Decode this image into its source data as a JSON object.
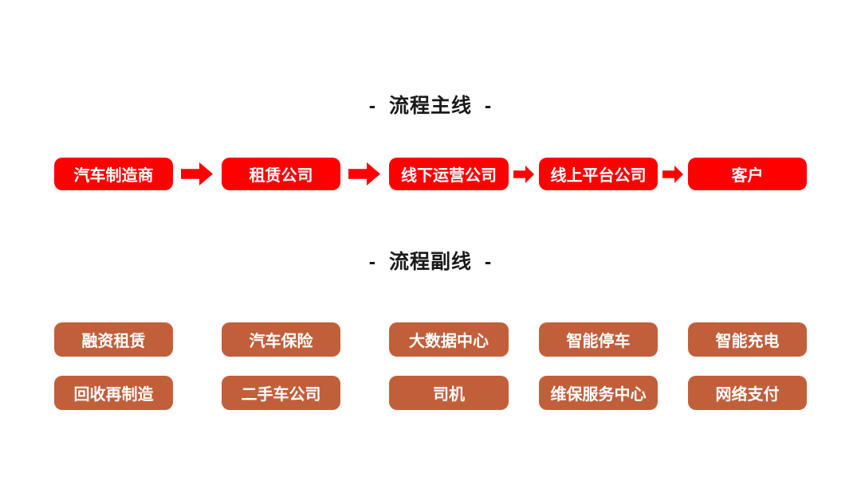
{
  "canvas": {
    "background": "#FFFFFF"
  },
  "colors": {
    "main_node": "#FE0000",
    "arrow": "#FE0000",
    "secondary_node": "#C25F3B",
    "node_text": "#FFFFFF",
    "title_text": "#1A1A1A"
  },
  "main_flow": {
    "title": "-  流程主线  -",
    "nodes": [
      "汽车制造商",
      "租赁公司",
      "线下运营公司",
      "线上平台公司",
      "客户"
    ]
  },
  "secondary_flow": {
    "title": "-  流程副线  -",
    "rows": [
      [
        "融资租赁",
        "汽车保险",
        "大数据中心",
        "智能停车",
        "智能充电"
      ],
      [
        "回收再制造",
        "二手车公司",
        "司机",
        "维保服务中心",
        "网络支付"
      ]
    ]
  }
}
